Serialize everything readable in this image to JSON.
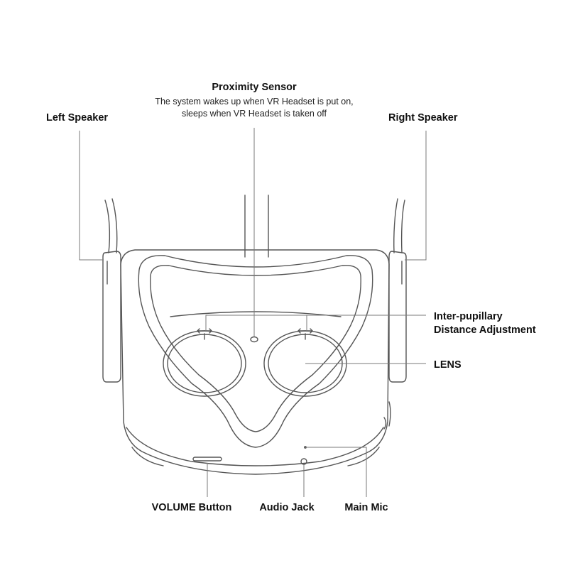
{
  "labels": {
    "proximity_sensor": "Proximity Sensor",
    "proximity_desc_line1": "The system wakes up when VR Headset is put on,",
    "proximity_desc_line2": "sleeps when VR Headset is taken off",
    "left_speaker": "Left Speaker",
    "right_speaker": "Right Speaker",
    "ipd_line1": "Inter-pupillary",
    "ipd_line2": "Distance Adjustment",
    "lens": "LENS",
    "volume_button": "VOLUME Button",
    "audio_jack": "Audio Jack",
    "main_mic": "Main Mic"
  },
  "colors": {
    "line": "#6b6b6b",
    "text": "#111111"
  }
}
